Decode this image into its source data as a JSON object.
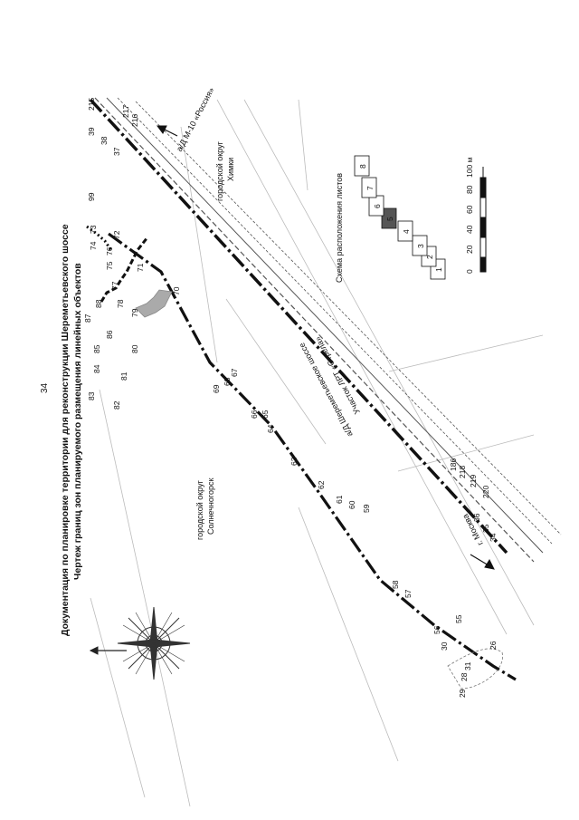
{
  "page_number": "34",
  "title": {
    "line1": "Документация по планировке территории для реконструкции Шереметьевского шоссе",
    "line2": "Чертеж границ зон планируемого размещения линейных объектов",
    "line3": ""
  },
  "labels": {
    "road_m10": "а/Д М-10 «Россия»",
    "himki": "городской округ",
    "himki2": "Химки",
    "solnech": "городской округ",
    "solnech2": "Солнечногорск",
    "highway": "а/Д Шереметьевское шоссе",
    "rail": "Участок ЛРТ «Стрела»",
    "moscow": "г. Москва"
  },
  "sheet_scheme": {
    "title": "Схема расположения листов",
    "sheets": [
      "1",
      "2",
      "3",
      "4",
      "5",
      "6",
      "7",
      "8"
    ]
  },
  "scale_bar": {
    "ticks": [
      "0",
      "20",
      "40",
      "60",
      "80",
      "100 м"
    ]
  },
  "points": [
    "26",
    "28",
    "29",
    "30",
    "31",
    "34",
    "35",
    "36",
    "37",
    "38",
    "39",
    "55",
    "56",
    "57",
    "58",
    "59",
    "60",
    "61",
    "62",
    "63",
    "64",
    "65",
    "66",
    "67",
    "68",
    "69",
    "70",
    "71",
    "72",
    "73",
    "74",
    "75",
    "76",
    "77",
    "78",
    "79",
    "80",
    "81",
    "82",
    "83",
    "84",
    "85",
    "86",
    "87",
    "88",
    "99",
    "186",
    "215",
    "216",
    "217",
    "218",
    "219",
    "220"
  ]
}
